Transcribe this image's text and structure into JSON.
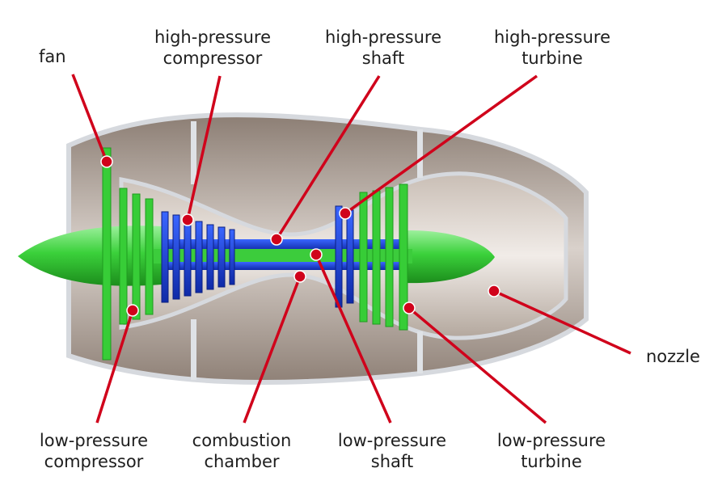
{
  "labels": {
    "fan": "fan",
    "hp_compressor": [
      "high-pressure",
      "compressor"
    ],
    "hp_shaft": [
      "high-pressure",
      "shaft"
    ],
    "hp_turbine": [
      "high-pressure",
      "turbine"
    ],
    "nozzle": "nozzle",
    "lp_compressor": [
      "low-pressure",
      "compressor"
    ],
    "combustion_chamber": [
      "combustion",
      "chamber"
    ],
    "lp_shaft": [
      "low-pressure",
      "shaft"
    ],
    "lp_turbine": [
      "low-pressure",
      "turbine"
    ]
  },
  "colors": {
    "leader": "#d0021b",
    "green_parts": "#33cc33",
    "blue_parts": "#1a3fd6",
    "casing": "#b9aea5"
  }
}
